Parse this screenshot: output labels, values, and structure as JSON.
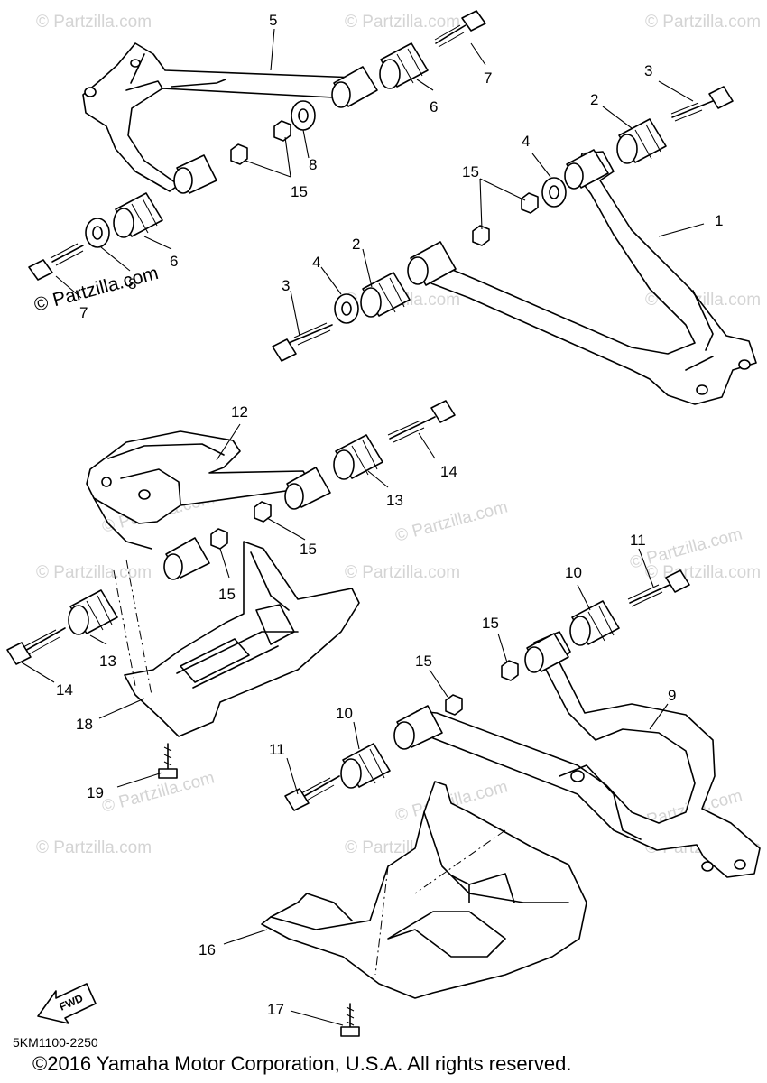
{
  "watermark": {
    "text": "© Partzilla.com"
  },
  "callouts": {
    "c1": "1",
    "c2a": "2",
    "c2b": "2",
    "c3a": "3",
    "c3b": "3",
    "c4a": "4",
    "c4b": "4",
    "c5": "5",
    "c6a": "6",
    "c6b": "6",
    "c7a": "7",
    "c7b": "7",
    "c8a": "8",
    "c8b": "8",
    "c9": "9",
    "c10a": "10",
    "c10b": "10",
    "c11a": "11",
    "c11b": "11",
    "c12": "12",
    "c13a": "13",
    "c13b": "13",
    "c14a": "14",
    "c14b": "14",
    "c15a": "15",
    "c15b": "15",
    "c15c": "15",
    "c15d": "15",
    "c15e": "15",
    "c15f": "15",
    "c16": "16",
    "c17": "17",
    "c18": "18",
    "c19": "19"
  },
  "fwd_label": "FWD",
  "diagram_code": "5KM1100-2250",
  "copyright": "©2016  Yamaha Motor Corporation, U.S.A. All rights reserved."
}
